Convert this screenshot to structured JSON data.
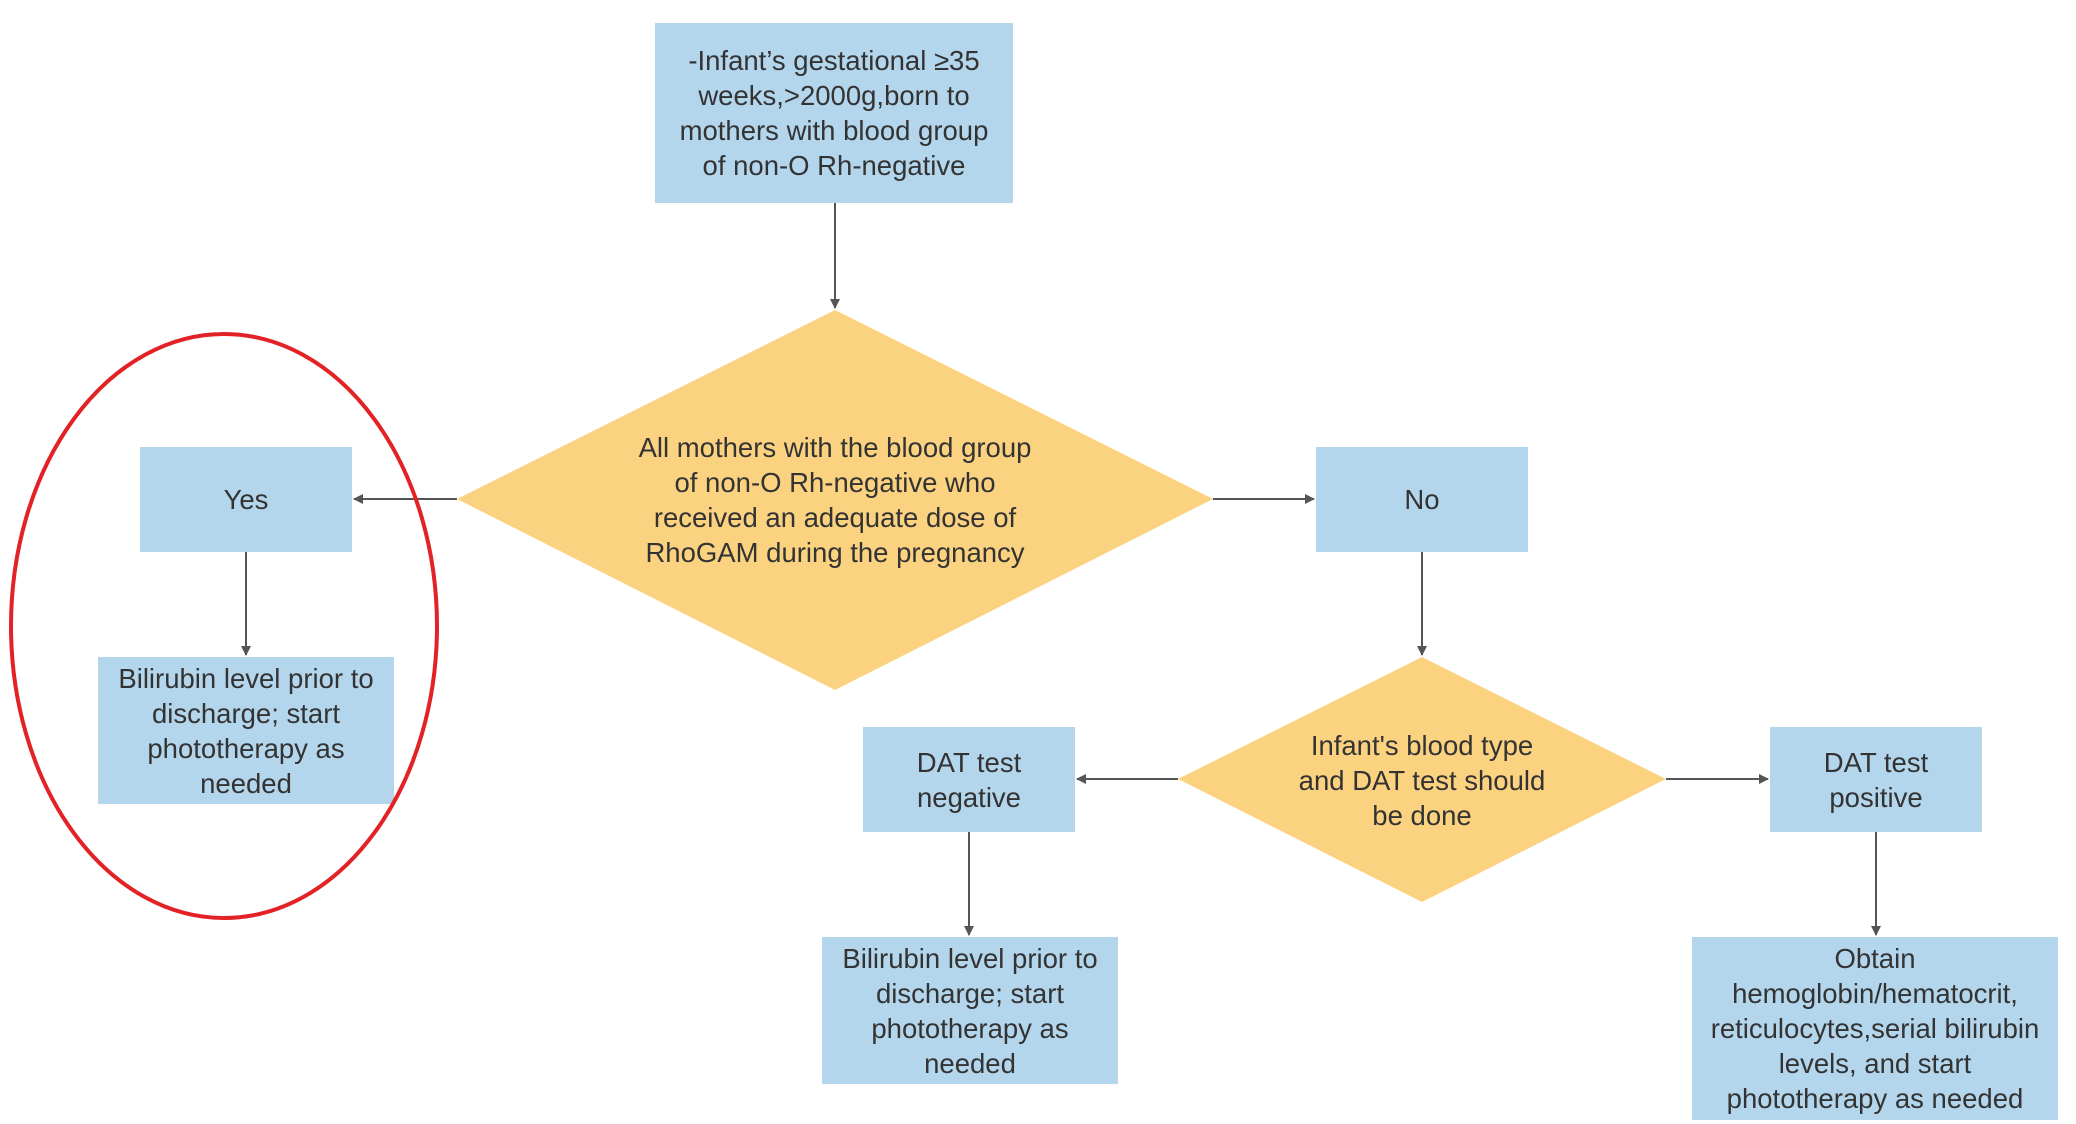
{
  "colors": {
    "process_fill": "#b4d6ed",
    "decision_fill": "#fbd380",
    "arrow": "#555555",
    "highlight": "#e32226",
    "text": "#333333"
  },
  "nodes": {
    "start": "-Infant’s gestational ≥35 weeks,>2000g,born to mothers with blood group of non-O Rh-negative",
    "decision1": "All mothers with the blood group of non-O Rh-negative who received an adequate dose of RhoGAM during the pregnancy",
    "yes": "Yes",
    "no": "No",
    "yes_action": "Bilirubin level prior to discharge; start phototherapy as needed",
    "decision2": "Infant's blood type and DAT test should be done",
    "dat_negative": "DAT test negative",
    "dat_positive": "DAT test positive",
    "negative_action": "Bilirubin level prior to discharge; start phototherapy as needed",
    "positive_action": "Obtain hemoglobin/hematocrit, reticulocytes,serial bilirubin levels, and start phototherapy as needed"
  }
}
